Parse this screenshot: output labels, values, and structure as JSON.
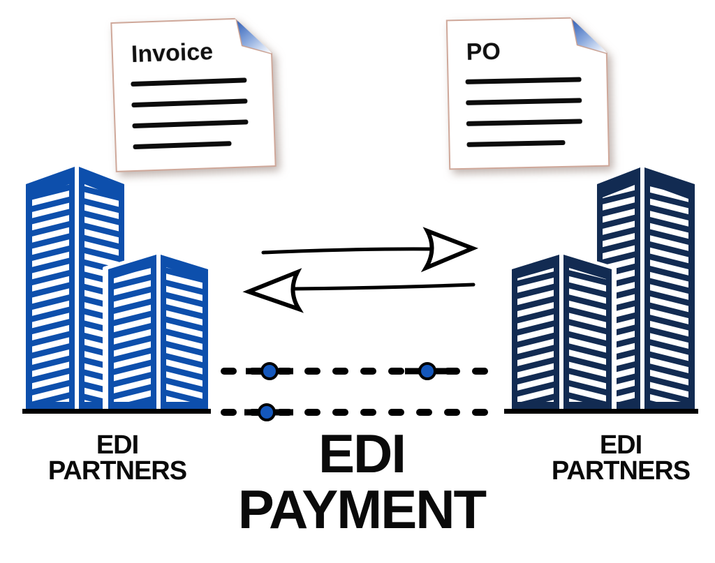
{
  "documents": {
    "invoice": {
      "title": "Invoice",
      "rule_lines": 4
    },
    "po": {
      "title": "PO",
      "rule_lines": 4
    }
  },
  "labels": {
    "left_partner": {
      "line1": "EDI",
      "line2": "PARTNERS"
    },
    "right_partner": {
      "line1": "EDI",
      "line2": "PARTNERS"
    },
    "center": {
      "line1": "EDI",
      "line2": "PAYMENT"
    }
  },
  "icons": {
    "invoice_document": "document-icon",
    "po_document": "document-icon",
    "page_fold": "page-fold-icon",
    "left_buildings": "office-buildings-icon",
    "right_buildings": "office-buildings-icon",
    "arrow_right": "arrow-right-icon",
    "arrow_left": "arrow-left-icon",
    "connection_lines": "dashed-line-with-nodes",
    "node": "circle-node-icon"
  },
  "colors": {
    "left_building": "#0D4FAC",
    "right_building": "#122B52",
    "node_dot": "#1457BC",
    "ink": "#000000",
    "paper_border": "#CFA89A",
    "fold_blue": "#2F5DB4"
  }
}
